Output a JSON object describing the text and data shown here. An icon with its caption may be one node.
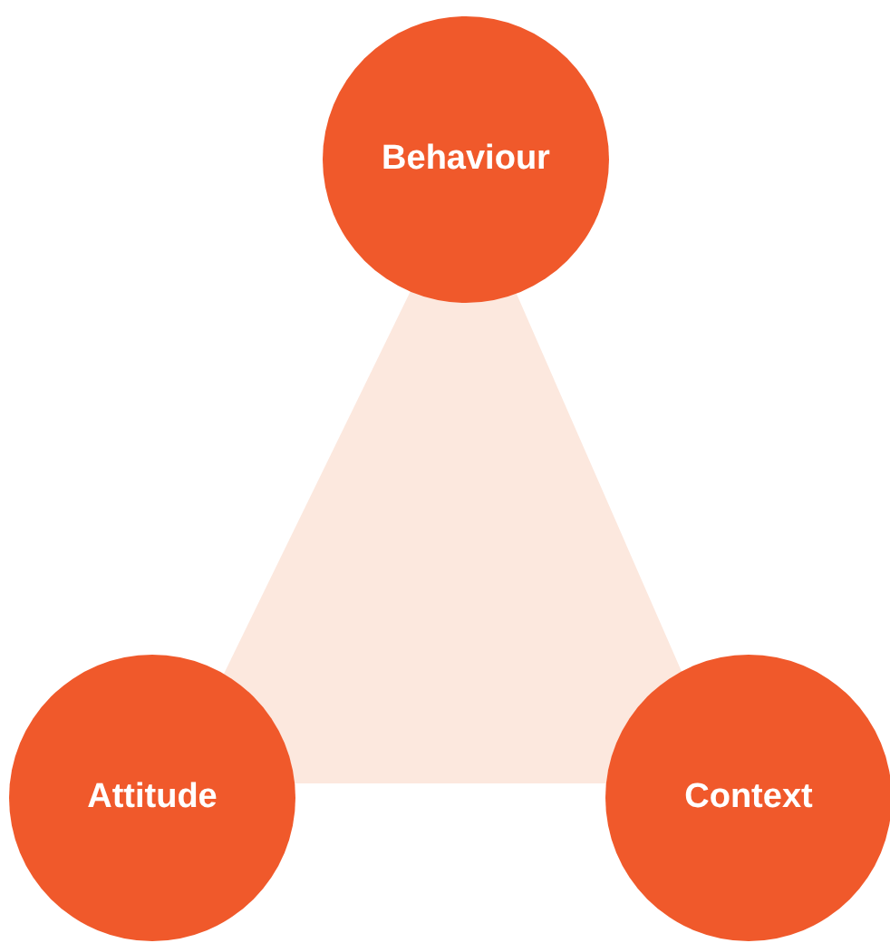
{
  "diagram": {
    "nodes": [
      {
        "text": [
          "Behaviour"
        ]
      },
      {
        "text": [
          "Attitude"
        ]
      },
      {
        "text": [
          "Context"
        ]
      }
    ]
  }
}
